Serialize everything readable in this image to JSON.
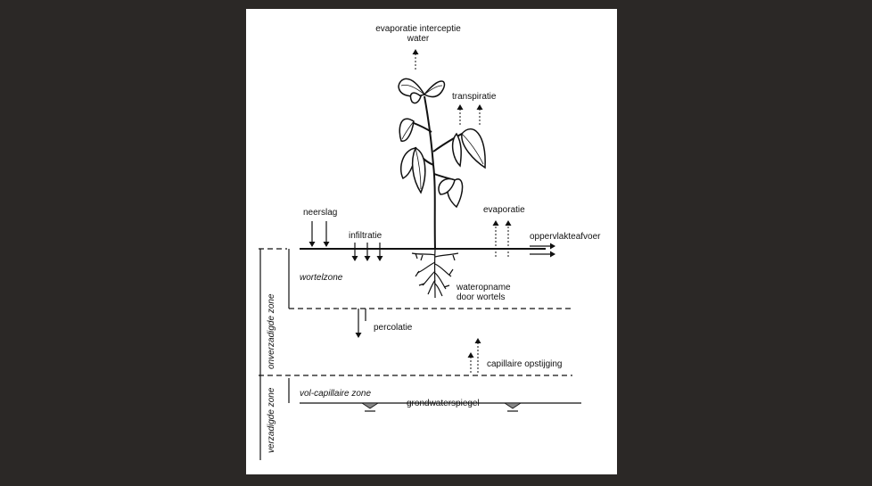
{
  "labels": {
    "evaporatie_interceptie": "evaporatie interceptie",
    "water": "water",
    "transpiratie": "transpiratie",
    "neerslag": "neerslag",
    "infiltratie": "infiltratie",
    "evaporatie": "evaporatie",
    "oppervlakteafvoer": "oppervlakteafvoer",
    "wortelzone": "wortelzone",
    "wateropname": "wateropname",
    "door_wortels": "door wortels",
    "percolatie": "percolatie",
    "capillaire_opstijging": "capillaire opstijging",
    "onverzadigde_zone": "onverzadigde zone",
    "verzadigde_zone": "verzadigde zone",
    "vol_capillaire_zone": "vol-capillaire zone",
    "grondwaterspiegel": "grondwaterspiegel"
  },
  "colors": {
    "background": "#2b2826",
    "panel": "#ffffff",
    "ink": "#111111"
  }
}
